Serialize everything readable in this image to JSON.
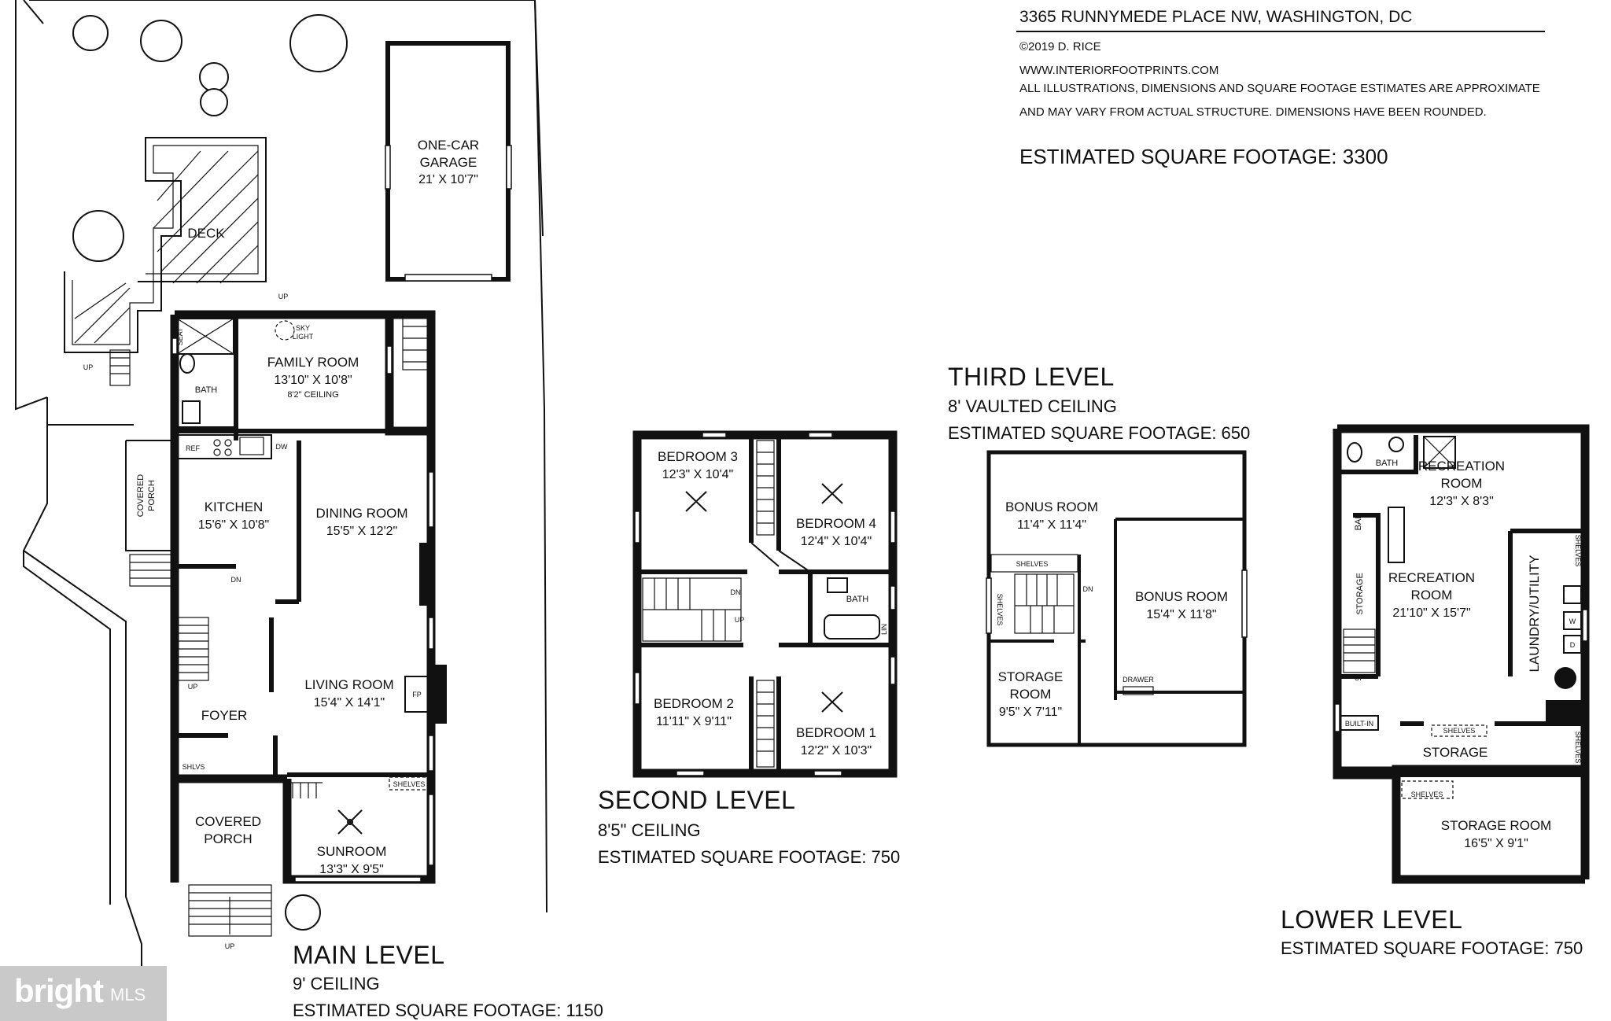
{
  "header": {
    "address": "3365 RUNNYMEDE PLACE NW, WASHINGTON, DC",
    "copyright": "©2019 D. RICE",
    "website": "WWW.INTERIORFOOTPRINTS.COM",
    "disclaimer_1": "ALL ILLUSTRATIONS, DIMENSIONS AND SQUARE FOOTAGE ESTIMATES ARE APPROXIMATE",
    "disclaimer_2": "AND MAY VARY FROM ACTUAL STRUCTURE. DIMENSIONS HAVE BEEN ROUNDED.",
    "total_sqft": "ESTIMATED SQUARE FOOTAGE: 3300"
  },
  "main_level": {
    "title": "MAIN LEVEL",
    "ceiling": "9' CEILING",
    "sqft": "ESTIMATED SQUARE FOOTAGE: 1150",
    "garage": {
      "line1": "ONE-CAR",
      "line2": "GARAGE",
      "dim": "21' X 10'7\""
    },
    "deck": "DECK",
    "family_room": {
      "name": "FAMILY ROOM",
      "dim": "13'10\" X 10'8\"",
      "ceiling": "8'2\" CEILING"
    },
    "sky_light_1": "SKY",
    "sky_light_2": "LIGHT",
    "seat": "SEAT",
    "bath": "BATH",
    "ref": "REF",
    "dw": "DW",
    "kitchen": {
      "name": "KITCHEN",
      "dim": "15'6\" X 10'8\""
    },
    "dining_room": {
      "name": "DINING ROOM",
      "dim": "15'5\" X 12'2\""
    },
    "covered_porch_side_1": "COVERED",
    "covered_porch_side_2": "PORCH",
    "living_room": {
      "name": "LIVING ROOM",
      "dim": "15'4\" X 14'1\""
    },
    "fp": "FP",
    "foyer": "FOYER",
    "shlvs": "SHLVS",
    "shelves": "SHELVES",
    "covered_porch_1": "COVERED",
    "covered_porch_2": "PORCH",
    "sunroom": {
      "name": "SUNROOM",
      "dim": "13'3\" X 9'5\""
    },
    "up": "UP",
    "dn": "DN"
  },
  "second_level": {
    "title": "SECOND LEVEL",
    "ceiling": "8'5\" CEILING",
    "sqft": "ESTIMATED SQUARE FOOTAGE: 750",
    "bedroom3": {
      "name": "BEDROOM 3",
      "dim": "12'3\" X 10'4\""
    },
    "bedroom4": {
      "name": "BEDROOM 4",
      "dim": "12'4\" X 10'4\""
    },
    "bath": "BATH",
    "lin": "LIN",
    "bedroom2": {
      "name": "BEDROOM 2",
      "dim": "11'11\" X 9'11\""
    },
    "bedroom1": {
      "name": "BEDROOM 1",
      "dim": "12'2\" X 10'3\""
    },
    "dn": "DN",
    "up": "UP"
  },
  "third_level": {
    "title": "THIRD LEVEL",
    "ceiling": "8' VAULTED CEILING",
    "sqft": "ESTIMATED SQUARE FOOTAGE: 650",
    "bonus_room_a": {
      "name": "BONUS ROOM",
      "dim": "11'4\" X 11'4\""
    },
    "bonus_room_b": {
      "name": "BONUS ROOM",
      "dim": "15'4\" X 11'8\""
    },
    "shelves": "SHELVES",
    "storage": {
      "line1": "STORAGE",
      "line2": "ROOM",
      "dim": "9'5\" X 7'11\""
    },
    "drawer": "DRAWER",
    "dn": "DN"
  },
  "lower_level": {
    "title": "LOWER LEVEL",
    "sqft": "ESTIMATED SQUARE FOOTAGE: 750",
    "bath": "BATH",
    "rec_room_a": {
      "line1": "RECREATION",
      "line2": "ROOM",
      "dim": "12'3\" X 8'3\""
    },
    "bar": "BAR",
    "storage_v": "STORAGE",
    "rec_room_b": {
      "line1": "RECREATION",
      "line2": "ROOM",
      "dim": "21'10\" X 15'7\""
    },
    "laundry": "LAUNDRY/UTILITY",
    "shelves": "SHELVES",
    "built_in": "BUILT-IN",
    "storage": "STORAGE",
    "storage_room": {
      "name": "STORAGE ROOM",
      "dim": "16'5\" X 9'1\""
    },
    "w": "W",
    "d": "D",
    "up": "UP"
  },
  "logo": {
    "brand": "bright",
    "mls": "MLS"
  }
}
